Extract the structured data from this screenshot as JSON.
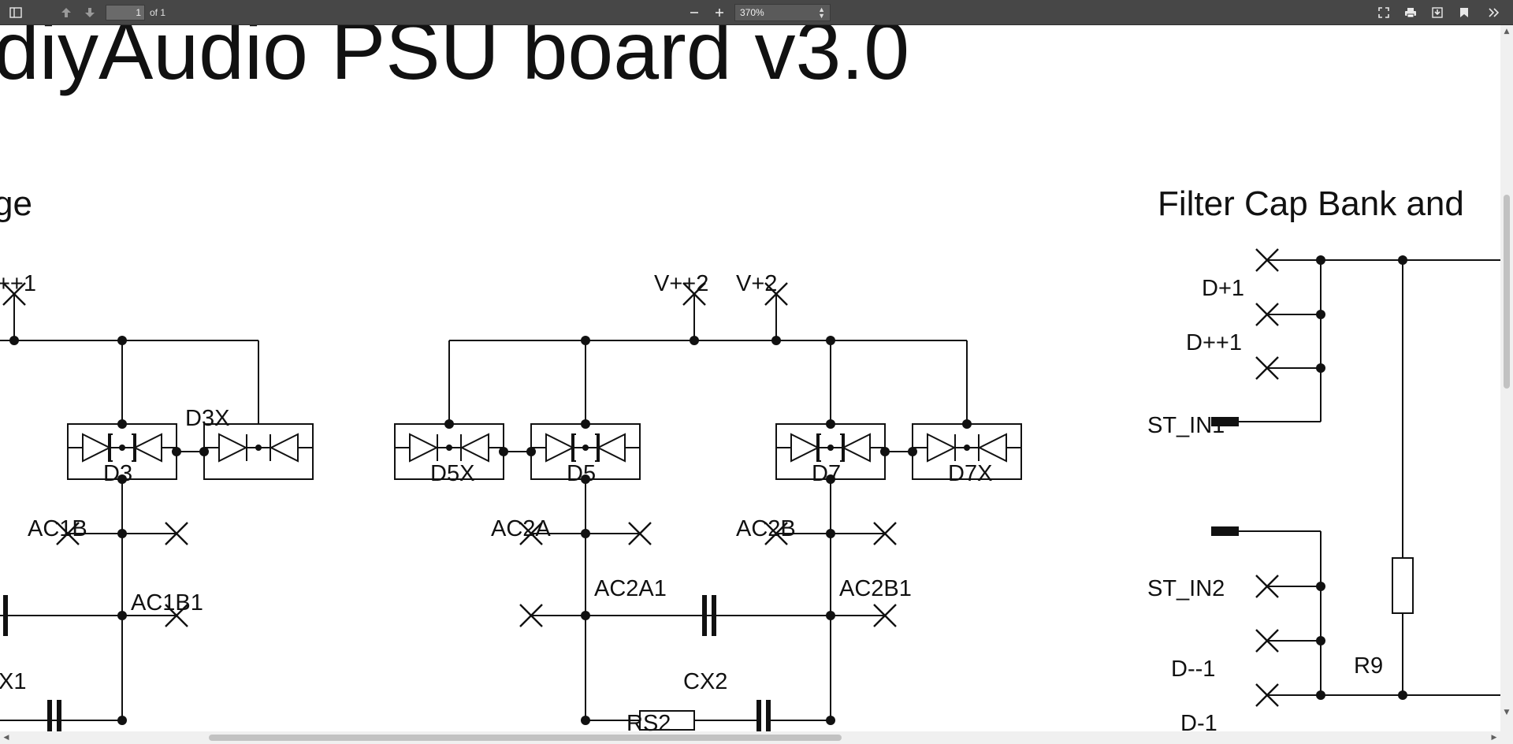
{
  "toolbar": {
    "page_number": "1",
    "page_count": "of 1",
    "zoom": "370%",
    "icons": {
      "sidebar": "sidebar-toggle-icon",
      "previous": "arrow-up-icon",
      "next": "arrow-down-icon",
      "zoom_out": "minus-icon",
      "zoom_in": "plus-icon",
      "presentation": "fullscreen-icon",
      "print": "printer-icon",
      "download": "download-icon",
      "bookmark": "bookmark-icon",
      "tools": "double-chevron-right-icon"
    }
  },
  "document": {
    "title": "diyAudio PSU board v3.0",
    "section_left": "ge",
    "section_right": "Filter Cap Bank and",
    "labels": {
      "vpp1_partial": "++1",
      "vpp2": "V++2",
      "vp2": "V+2",
      "d3x": "D3X",
      "d3": "D3",
      "d5x": "D5X",
      "d5": "D5",
      "d7": "D7",
      "d7x": "D7X",
      "ac1b": "AC1B",
      "ac1b1": "AC1B1",
      "ac2a": "AC2A",
      "ac2a1": "AC2A1",
      "ac2b": "AC2B",
      "ac2b1": "AC2B1",
      "cx1_partial": "X1",
      "cx2": "CX2",
      "rs2": "RS2",
      "dp1": "D+1",
      "dpp1": "D++1",
      "st_in1": "ST_IN1",
      "st_in2": "ST_IN2",
      "dmm1": "D--1",
      "dm1": "D-1",
      "r9": "R9"
    }
  },
  "colors": {
    "toolbar_bg": "#474747",
    "page_bg": "#ffffff",
    "ink": "#111111",
    "scrollbar_thumb": "#c2c2c2"
  }
}
